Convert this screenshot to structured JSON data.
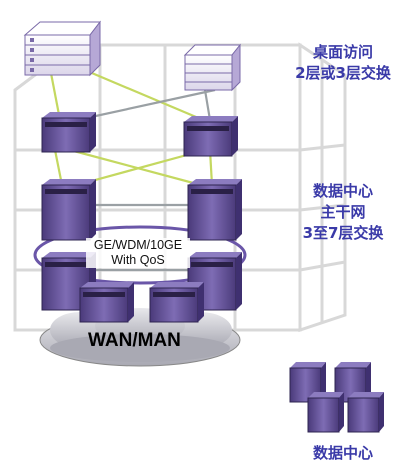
{
  "labels": {
    "desktop_access": "桌面访问",
    "layer_switching_2_3": "2层或3层交换",
    "datacenter": "数据中心",
    "backbone": "主干网",
    "layer_switching_3_7": "3至7层交换",
    "ring_line1": "GE/WDM/10GE",
    "ring_line2": "With QoS",
    "wan_man": "WAN/MAN",
    "datacenter_bottom": "数据中心"
  },
  "colors": {
    "label_text": "#3a3aa8",
    "switch_body": "#6b5aa0",
    "switch_dark": "#3f3070",
    "link_green": "#c4d860",
    "link_gray": "#9aa0a4",
    "building_outline": "#d6d6d6"
  }
}
